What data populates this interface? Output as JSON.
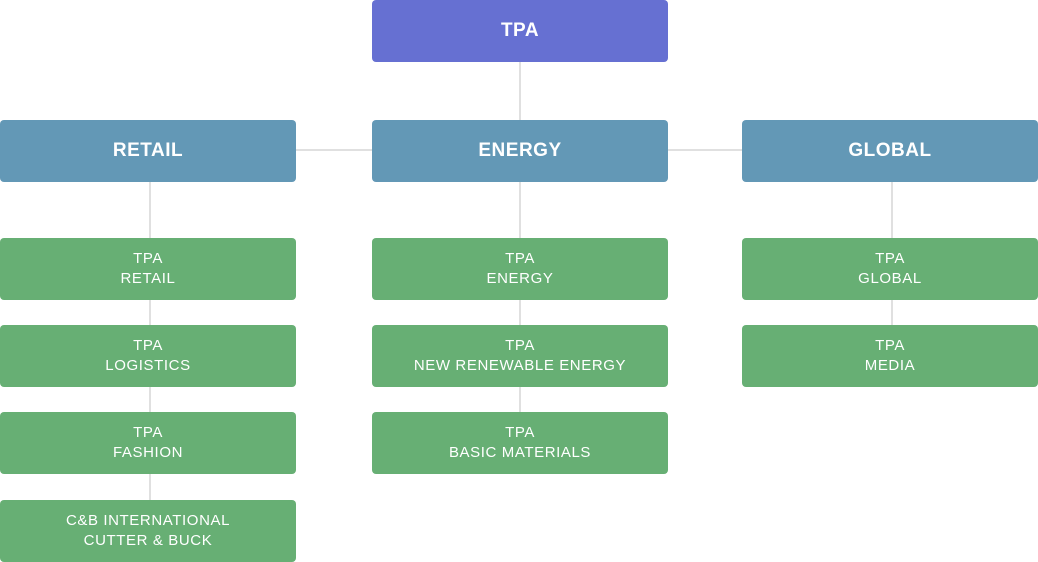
{
  "root": {
    "label": "TPA"
  },
  "divisions": [
    {
      "label": "RETAIL",
      "companies": [
        {
          "line1": "TPA",
          "line2": "RETAIL"
        },
        {
          "line1": "TPA",
          "line2": "LOGISTICS"
        },
        {
          "line1": "TPA",
          "line2": "FASHION"
        },
        {
          "line1": "C&B INTERNATIONAL",
          "line2": "CUTTER & BUCK"
        }
      ]
    },
    {
      "label": "ENERGY",
      "companies": [
        {
          "line1": "TPA",
          "line2": "ENERGY"
        },
        {
          "line1": "TPA",
          "line2": "NEW RENEWABLE ENERGY"
        },
        {
          "line1": "TPA",
          "line2": "BASIC MATERIALS"
        }
      ]
    },
    {
      "label": "GLOBAL",
      "companies": [
        {
          "line1": "TPA",
          "line2": "GLOBAL"
        },
        {
          "line1": "TPA",
          "line2": "MEDIA"
        }
      ]
    }
  ],
  "colors": {
    "root": "#6670d2",
    "division": "#6398b6",
    "company": "#67af74",
    "connector": "#e0e0e0"
  }
}
